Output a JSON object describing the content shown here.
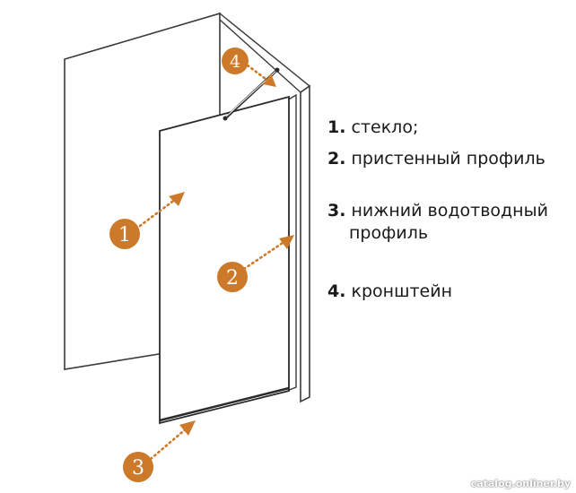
{
  "colors": {
    "accent": "#cc7a2a",
    "line": "#3a3a3a",
    "wall_fill": "#ffffff",
    "glass_fill": "#ffffff"
  },
  "callouts": [
    {
      "id": "1",
      "label": "1"
    },
    {
      "id": "2",
      "label": "2"
    },
    {
      "id": "3",
      "label": "3"
    },
    {
      "id": "4",
      "label": "4"
    }
  ],
  "legend": [
    {
      "num": "1.",
      "text": "стекло;"
    },
    {
      "num": "2.",
      "text": "пристенный профиль"
    },
    {
      "num": "3.",
      "text": "нижний водотводный",
      "text_cont": "профиль"
    },
    {
      "num": "4.",
      "text": "кронштейн"
    }
  ],
  "watermark": "catalog.onliner.by"
}
